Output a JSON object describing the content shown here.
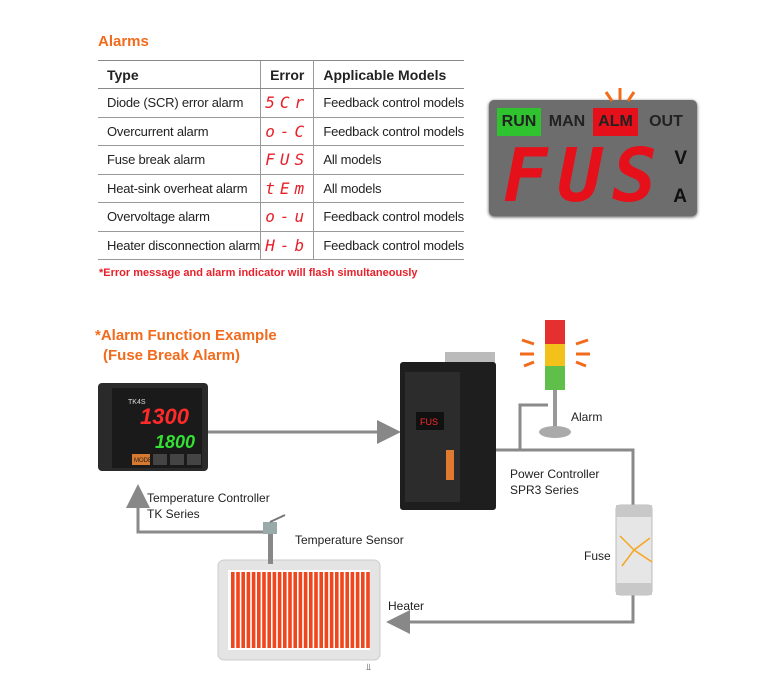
{
  "alarms": {
    "title": "Alarms",
    "headers": [
      "Type",
      "Error",
      "Applicable Models"
    ],
    "rows": [
      {
        "type": "Diode (SCR) error alarm",
        "error": "5Cr",
        "models": "Feedback control models"
      },
      {
        "type": "Overcurrent alarm",
        "error": "o-C",
        "models": "Feedback control models"
      },
      {
        "type": "Fuse break alarm",
        "error": "FUS",
        "models": "All models"
      },
      {
        "type": "Heat-sink overheat alarm",
        "error": "tEm",
        "models": "All models"
      },
      {
        "type": "Overvoltage alarm",
        "error": "o-u",
        "models": "Feedback control models"
      },
      {
        "type": "Heater disconnection alarm",
        "error": "H-b",
        "models": "Feedback control models"
      }
    ],
    "note": "*Error message and alarm indicator will flash simultaneously"
  },
  "display": {
    "run": "RUN",
    "man": "MAN",
    "alm": "ALM",
    "out": "OUT",
    "value": "FUS",
    "unit_v": "V",
    "unit_a": "A"
  },
  "example": {
    "title_line1": "*Alarm Function Example",
    "title_line2": "(Fuse Break Alarm)",
    "tk": {
      "model": "TK4S",
      "pv": "1300",
      "sv": "1800",
      "mode": "MODE"
    },
    "labels": {
      "tc1": "Temperature Controller",
      "tc2": "TK Series",
      "pc1": "Power Controller",
      "pc2": "SPR3 Series",
      "alarm": "Alarm",
      "fuse": "Fuse",
      "sensor": "Temperature Sensor",
      "heater": "Heater"
    }
  },
  "colors": {
    "accent": "#f26b1d",
    "error": "#e8202a",
    "run": "#2fc42f",
    "alm": "#e5101a"
  }
}
